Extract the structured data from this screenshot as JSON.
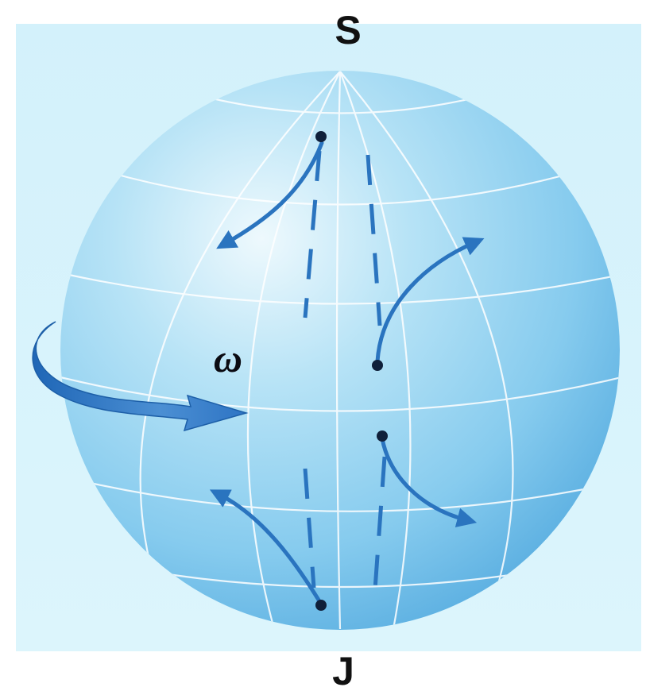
{
  "labels": {
    "north_pole": "S",
    "south_pole": "J",
    "rotation": "ω"
  },
  "colors": {
    "background_panel": "#d7f3fb",
    "sphere_light": "#d9f1fa",
    "sphere_mid": "#8fd0ef",
    "sphere_dark": "#4fa8dd",
    "grid_lines": "#ffffff",
    "arrows": "#2a74bf",
    "rotation_arrow": "#2e74c4",
    "points": "#10203a"
  },
  "icons": {
    "rotation": "curved-rotation-arrow-icon",
    "deflection": "curved-deflection-arrow-icon"
  }
}
